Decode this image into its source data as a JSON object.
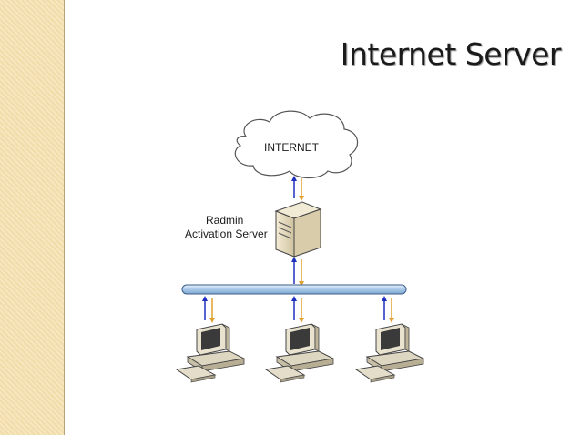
{
  "title": "Internet Server",
  "diagram": {
    "cloud_label": "INTERNET",
    "server_label_line1": "Radmin",
    "server_label_line2": "Activation Server"
  },
  "colors": {
    "side_band": "#f3e0b0",
    "arrow_up": "#1f2fbf",
    "arrow_down": "#e0a030",
    "bus": "#a9c8e8"
  }
}
